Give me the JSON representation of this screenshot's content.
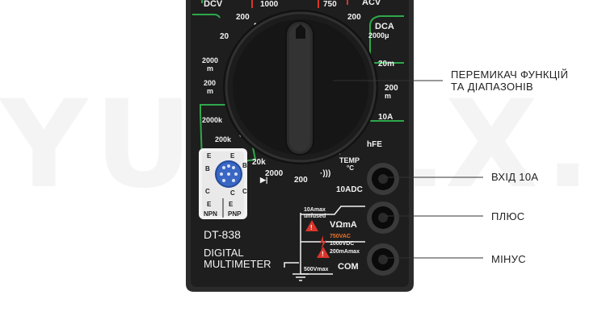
{
  "watermark": "YU.OLX.UA",
  "meter": {
    "model": "DT-838",
    "title_line1": "DIGITAL",
    "title_line2": "MULTIMETER",
    "dial_labels": {
      "dcv": "DCV",
      "v1000_top": "1000",
      "v750": "750",
      "acv": "ACV",
      "dcv200": "200",
      "acv200": "200",
      "dcv20": "20",
      "dcv2000m": "2000",
      "m1": "m",
      "dcv200m": "200",
      "m2": "m",
      "dca": "DCA",
      "dca2000u": "2000μ",
      "dca20m": "20m",
      "dca200m": "200",
      "m3": "m",
      "a10": "10A",
      "hfe": "hFE",
      "temp": "TEMP",
      "tempc": "°C",
      "ohm2000k": "2000k",
      "ohm200k": "200k",
      "ohm20k": "20k",
      "ohm2000": "2000",
      "ohm200": "200",
      "buzzer": "·)))",
      "diode": "▶|"
    },
    "transistor_labels": {
      "e1": "E",
      "b": "B",
      "c1": "C",
      "e2": "E",
      "b2": "B",
      "c2": "C",
      "e3": "E",
      "c3": "C",
      "e4": "E",
      "npn": "NPN",
      "pnp": "PNP"
    },
    "jacks": {
      "adc10": "10ADC",
      "vohm": "VΩmA",
      "com": "COM",
      "max10a": "10Amax",
      "unfused": "unfused",
      "v750ac": "750VAC",
      "v1000dc": "1000VDC",
      "ma200": "200mAmax",
      "v500": "500Vmax"
    }
  },
  "callouts": {
    "switch_line1": "ПЕРЕМИКАЧ ФУНКЦІЙ",
    "switch_line2": "ТА ДІАПАЗОНІВ",
    "input10a": "ВХІД 10А",
    "plus": "ПЛЮС",
    "minus": "МІНУС"
  },
  "colors": {
    "body": "#2b2b2b",
    "panel": "#1e1e1e",
    "knob": "#1a1a1a",
    "knob_rim": "#303030",
    "green": "#2fa84a",
    "red": "#d9352b",
    "orange_warn": "#e8742a",
    "socket_blue": "#3a66c4",
    "text_white": "#f2f2f2"
  }
}
